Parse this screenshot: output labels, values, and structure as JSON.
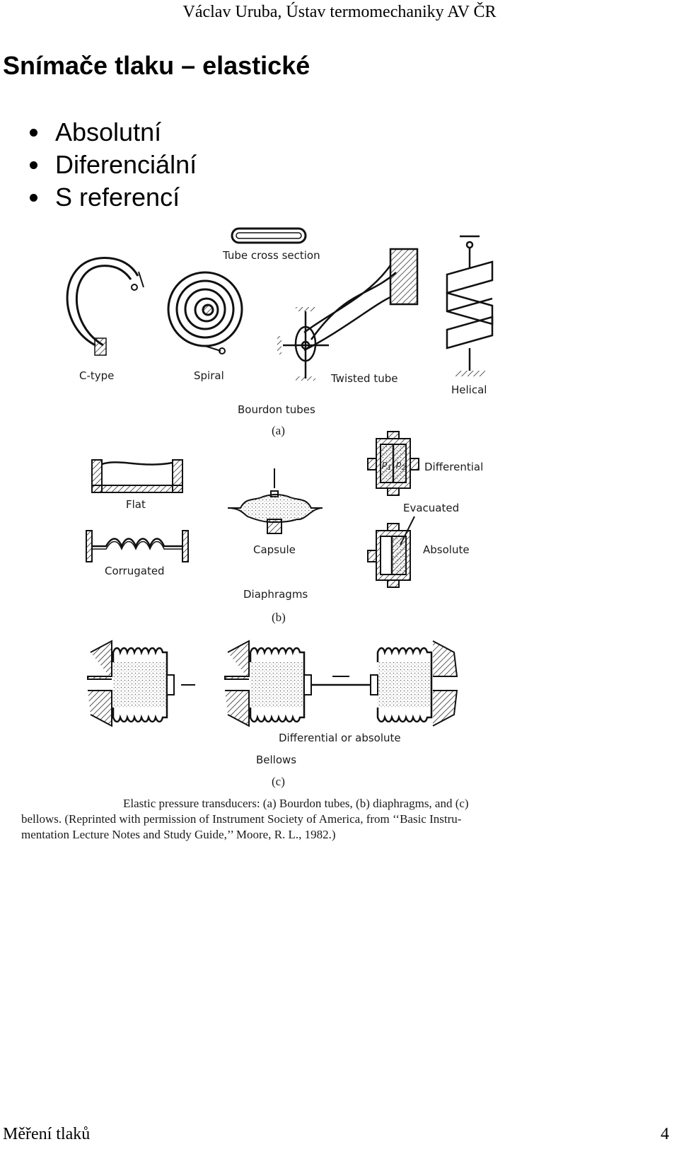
{
  "header": "Václav Uruba, Ústav termomechaniky AV ČR",
  "title": "Snímače tlaku – elastické",
  "bullets": [
    "Absolutní",
    "Diferenciální",
    "S referencí"
  ],
  "figure": {
    "labels": {
      "tube_cross_section": "Tube cross section",
      "c_type": "C-type",
      "spiral": "Spiral",
      "twisted_tube": "Twisted tube",
      "helical": "Helical",
      "bourdon_tubes": "Bourdon tubes",
      "part_a": "(a)",
      "flat": "Flat",
      "capsule": "Capsule",
      "differential": "Differential",
      "p1": "p",
      "p1_sub": "1",
      "p2": "p",
      "p2_sub": "2",
      "evacuated": "Evacuated",
      "absolute": "Absolute",
      "corrugated": "Corrugated",
      "diaphragms": "Diaphragms",
      "part_b": "(b)",
      "differential_or_absolute": "Differential or absolute",
      "bellows": "Bellows",
      "part_c": "(c)"
    },
    "caption": [
      "Elastic pressure transducers: (a) Bourdon tubes, (b) diaphragms, and (c)",
      "bellows. (Reprinted with permission of Instrument Society of America, from ‘‘Basic Instru-",
      "mentation Lecture Notes and Study Guide,’’ Moore, R. L., 1982.)"
    ]
  },
  "footer": {
    "left": "Měření tlaků",
    "page_number": "4"
  }
}
